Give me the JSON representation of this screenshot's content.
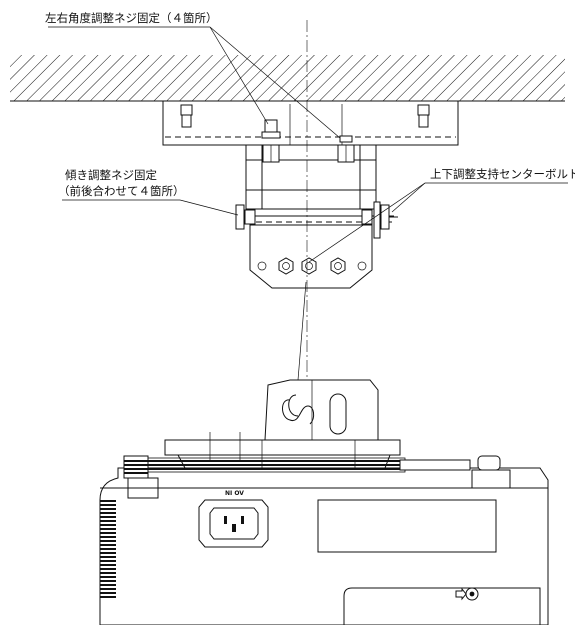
{
  "labels": {
    "lr_angle_screw": "左右角度調整ネジ固定（４箇所）",
    "tilt_screw_line1": "傾き調整ネジ固定",
    "tilt_screw_line2": "（前後合わせて４箇所）",
    "center_bolt": "上下調整支持センターボルト",
    "power_marking": "NI OV"
  },
  "icons": [
    "ceiling-hatch",
    "mounting-plate",
    "hex-bolt",
    "bracket",
    "projector-body",
    "power-inlet-icon",
    "lock-icon"
  ]
}
